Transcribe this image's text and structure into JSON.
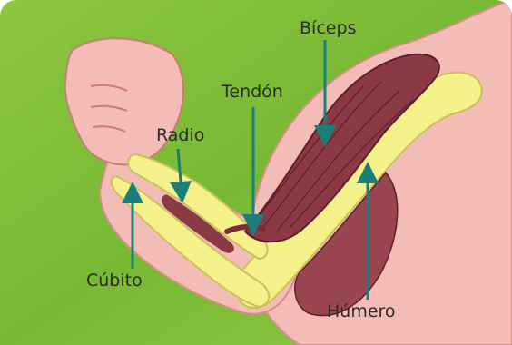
{
  "labels": {
    "biceps": "Bíceps",
    "tendon": "Tendón",
    "radio": "Radio",
    "cubito": "Cúbito",
    "humero": "Húmero"
  },
  "colors": {
    "background_green": "#7fc23a",
    "skin": "#f2b7b3",
    "bone": "#f4f08a",
    "muscle": "#8b3a45",
    "arrow": "#1a7f7a"
  }
}
